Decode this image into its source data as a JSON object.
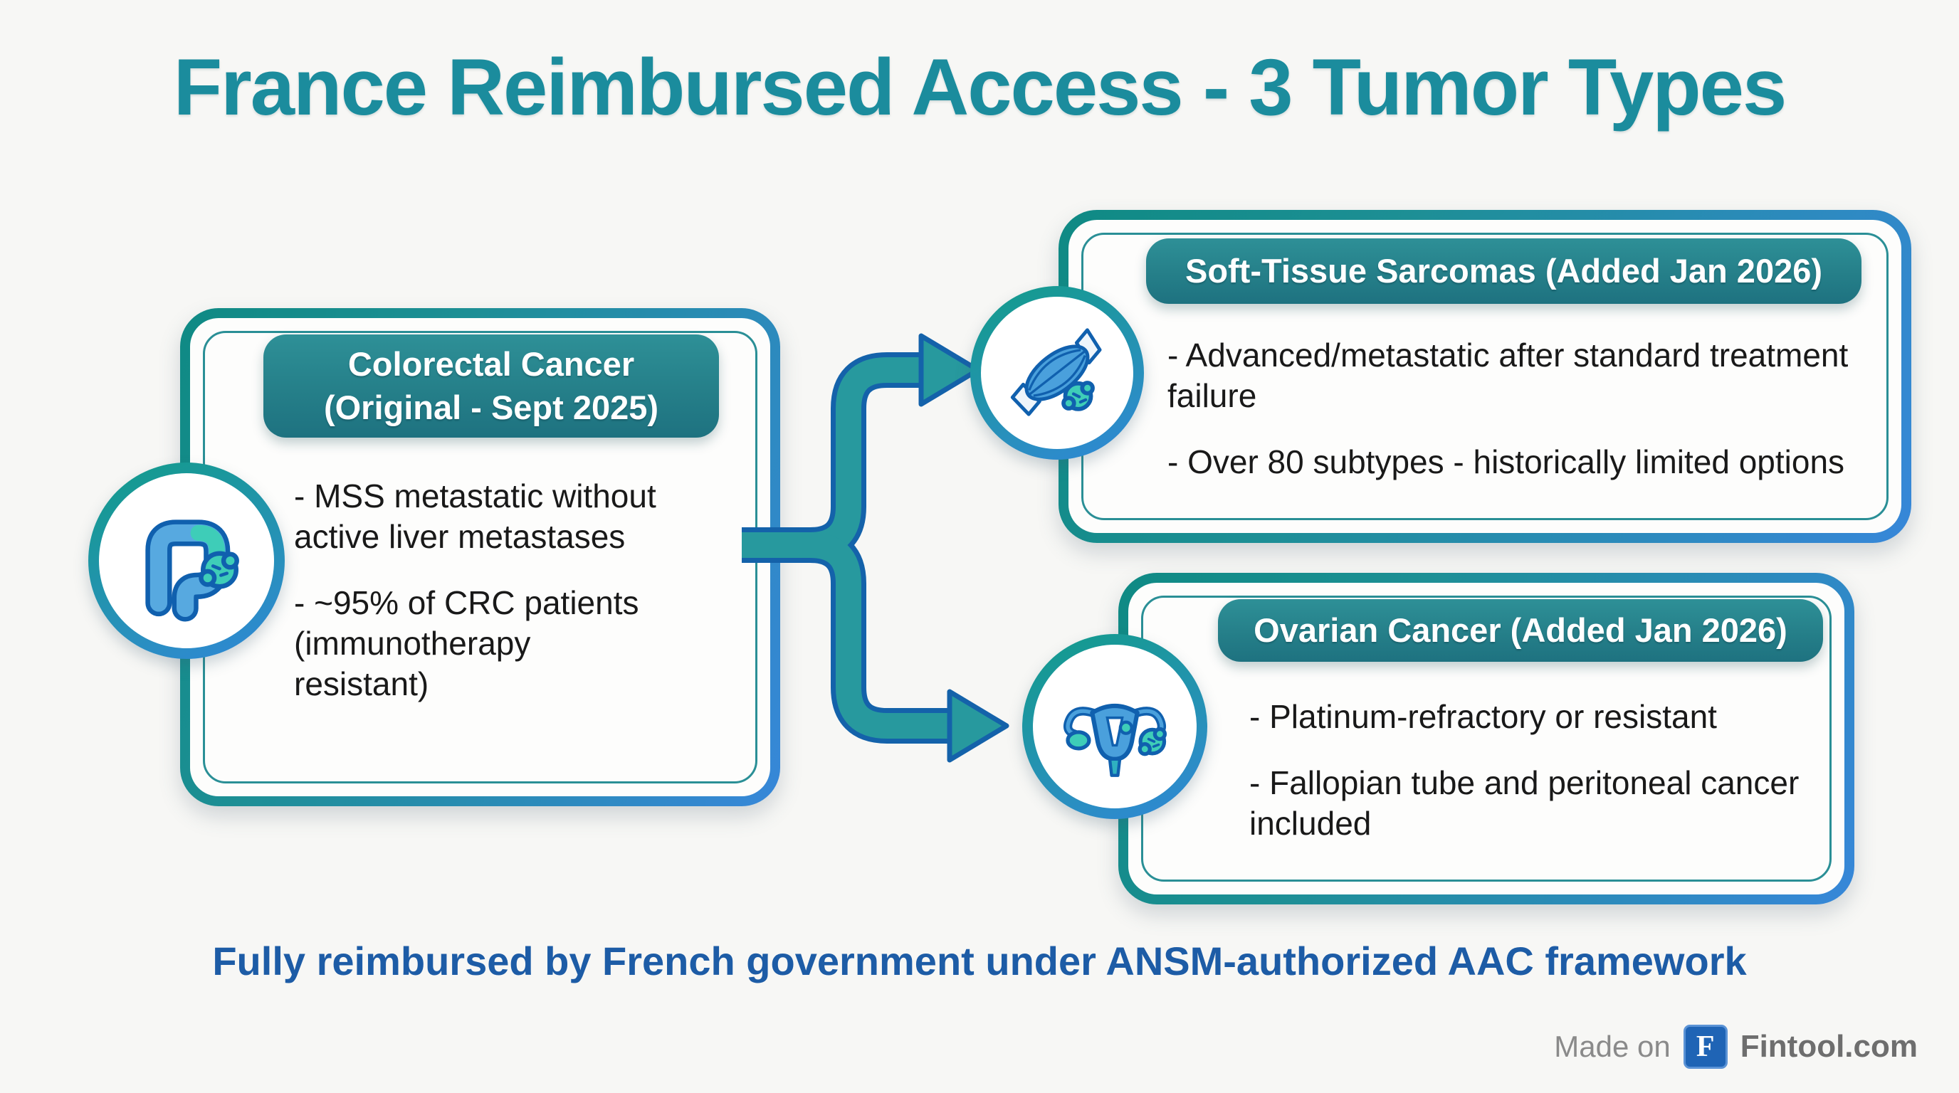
{
  "title": "France Reimbursed Access - 3 Tumor Types",
  "cards": {
    "colorectal": {
      "header_line1": "Colorectal Cancer",
      "header_line2": "(Original - Sept 2025)",
      "bullets": [
        "- MSS metastatic without active liver metastases",
        "- ~95% of CRC patients (immunotherapy resistant)"
      ],
      "icon": "colon-icon"
    },
    "sarcoma": {
      "header": "Soft-Tissue Sarcomas (Added Jan 2026)",
      "bullets": [
        "- Advanced/metastatic after standard treatment failure",
        "- Over 80 subtypes - historically limited options"
      ],
      "icon": "muscle-icon"
    },
    "ovarian": {
      "header": "Ovarian Cancer (Added Jan 2026)",
      "bullets": [
        "- Platinum-refractory or resistant",
        "- Fallopian tube and peritoneal cancer included"
      ],
      "icon": "uterus-icon"
    }
  },
  "footer": {
    "note": "Fully reimbursed by French government under ANSM-authorized AAC framework",
    "credit_prefix": "Made on",
    "credit_logo_letter": "F",
    "credit_site": "Fintool.com"
  },
  "colors": {
    "title_teal": "#1b8c9d",
    "header_pill_teal": "#257f89",
    "card_border_teal": "#0f8a84",
    "card_border_blue": "#3787d9",
    "connector_teal": "#27999e",
    "connector_outline": "#1462aa",
    "footer_blue": "#1d5ca6",
    "icon_blue": "#4aa0dc",
    "icon_outline": "#1060ae",
    "icon_tumor_teal": "#3ecdb8",
    "credit_logo_blue": "#1f64b5"
  }
}
